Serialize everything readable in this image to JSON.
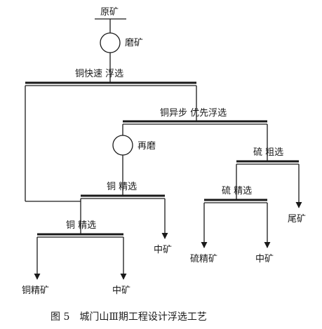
{
  "nodes": {
    "raw_ore": "原矿",
    "grinding": "磨矿",
    "cu_fast_flotation": "铜快速 浮选",
    "cu_diff_flotation": "铜异步 优先浮选",
    "regrinding": "再磨",
    "s_rougher": "硫 粗选",
    "cu_cleaner_1": "铜 精选",
    "s_cleaner": "硫 精选",
    "cu_cleaner_2": "铜 精选",
    "tailings": "尾矿",
    "middlings_a": "中矿",
    "s_concentrate": "硫精矿",
    "middlings_b": "中矿",
    "cu_concentrate": "铜精矿",
    "middlings_c": "中矿"
  },
  "caption": "图 5　城门山Ⅲ期工程设计浮选工艺"
}
